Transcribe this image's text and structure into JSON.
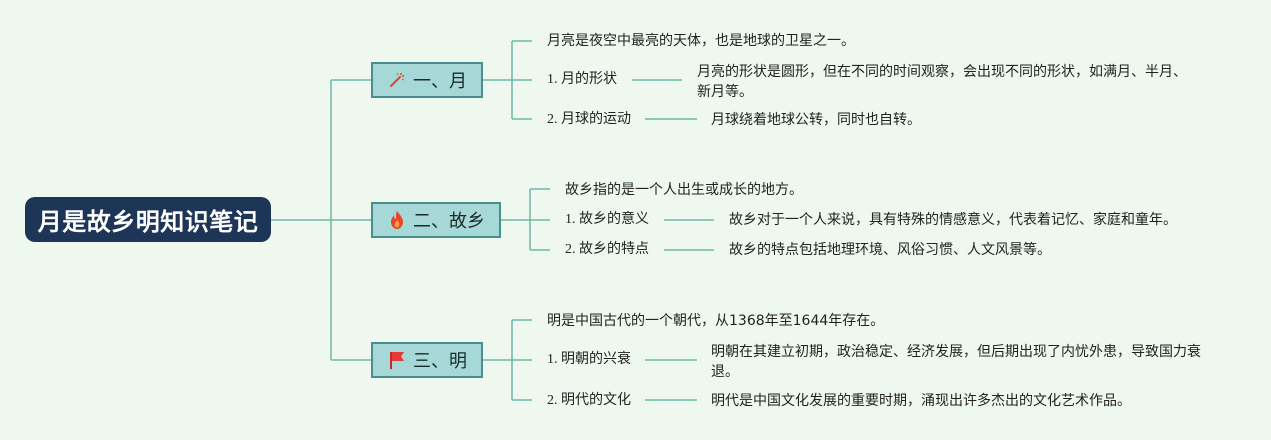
{
  "root": {
    "title": "月是故乡明知识笔记"
  },
  "branches": [
    {
      "label": "一、月",
      "icon": "magic-wand-icon",
      "intro": "月亮是夜空中最亮的天体，也是地球的卫星之一。",
      "items": [
        {
          "title": "1. 月的形状",
          "desc": [
            "月亮的形状是圆形，但在不同的时间观察，会出现不同的形状，如满月、半月、",
            "新月等。"
          ]
        },
        {
          "title": "2. 月球的运动",
          "desc": [
            "月球绕着地球公转，同时也自转。"
          ]
        }
      ]
    },
    {
      "label": "二、故乡",
      "icon": "fire-icon",
      "intro": "故乡指的是一个人出生或成长的地方。",
      "items": [
        {
          "title": "1. 故乡的意义",
          "desc": [
            "故乡对于一个人来说，具有特殊的情感意义，代表着记忆、家庭和童年。"
          ]
        },
        {
          "title": "2. 故乡的特点",
          "desc": [
            "故乡的特点包括地理环境、风俗习惯、人文风景等。"
          ]
        }
      ]
    },
    {
      "label": "三、明",
      "icon": "red-flag-icon",
      "intro": "明是中国古代的一个朝代，从1368年至1644年存在。",
      "items": [
        {
          "title": "1. 明朝的兴衰",
          "desc": [
            "明朝在其建立初期，政治稳定、经济发展，但后期出现了内忧外患，导致国力衰",
            "退。"
          ]
        },
        {
          "title": "2. 明代的文化",
          "desc": [
            "明代是中国文化发展的重要时期，涌现出许多杰出的文化艺术作品。"
          ]
        }
      ]
    }
  ],
  "colors": {
    "background": "#eef8ef",
    "root_fill": "#1d3557",
    "branch_fill": "#a6d8d8",
    "branch_border": "#4a8f8f",
    "link": "#6fb7a8"
  }
}
